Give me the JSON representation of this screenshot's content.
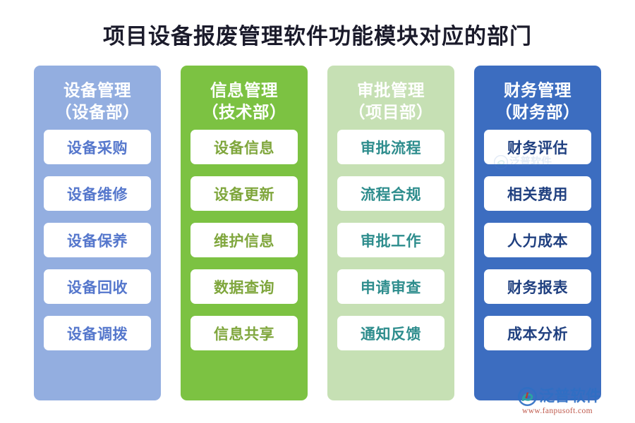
{
  "title": "项目设备报废管理软件功能模块对应的部门",
  "columns": [
    {
      "header_line1": "设备管理",
      "header_line2": "（设备部）",
      "bg_color": "#93AEE0",
      "card_text_color": "#5577CC",
      "items": [
        {
          "label": "设备采购"
        },
        {
          "label": "设备维修"
        },
        {
          "label": "设备保养"
        },
        {
          "label": "设备回收"
        },
        {
          "label": "设备调拨"
        }
      ]
    },
    {
      "header_line1": "信息管理",
      "header_line2": "（技术部）",
      "bg_color": "#7CC242",
      "card_text_color": "#7FA63C",
      "items": [
        {
          "label": "设备信息"
        },
        {
          "label": "设备更新"
        },
        {
          "label": "维护信息"
        },
        {
          "label": "数据查询"
        },
        {
          "label": "信息共享"
        }
      ]
    },
    {
      "header_line1": "审批管理",
      "header_line2": "（项目部）",
      "bg_color": "#C6E0B4",
      "card_text_color": "#2E8D8D",
      "items": [
        {
          "label": "审批流程"
        },
        {
          "label": "流程合规"
        },
        {
          "label": "审批工作"
        },
        {
          "label": "申请审查"
        },
        {
          "label": "通知反馈"
        }
      ]
    },
    {
      "header_line1": "财务管理",
      "header_line2": "（财务部）",
      "bg_color": "#3C6DC0",
      "card_text_color": "#204080",
      "items": [
        {
          "label": "财务评估"
        },
        {
          "label": "相关费用"
        },
        {
          "label": "人力成本"
        },
        {
          "label": "财务报表"
        },
        {
          "label": "成本分析"
        }
      ]
    }
  ],
  "watermark": {
    "brand": "泛普软件",
    "url": "www.fanpusoft.com",
    "logo_icon": "fanpu-swoosh-logo-icon",
    "brand_color": "#2F6FC4",
    "url_color": "#B94A3C"
  }
}
